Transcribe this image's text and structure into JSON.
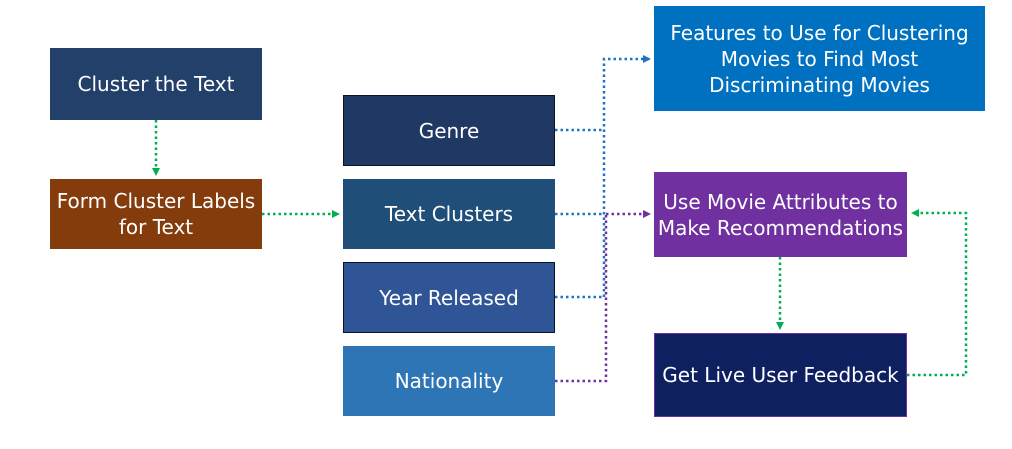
{
  "nodes": {
    "cluster_text": {
      "label": "Cluster the Text",
      "color": "#22406a"
    },
    "form_labels": {
      "label": "Form Cluster Labels\nfor Text",
      "color": "#843c0c"
    },
    "genre": {
      "label": "Genre",
      "color": "#1f3864"
    },
    "text_clusters": {
      "label": "Text Clusters",
      "color": "#1f4e79"
    },
    "year_released": {
      "label": "Year Released",
      "color": "#2f5597"
    },
    "nationality": {
      "label": "Nationality",
      "color": "#2e75b6"
    },
    "features": {
      "label": "Features to Use for Clustering\nMovies to Find Most\nDiscriminating Movies",
      "color": "#0070c0"
    },
    "use_attributes": {
      "label": "Use Movie Attributes to\nMake Recommendations",
      "color": "#7030a0"
    },
    "live_feedback": {
      "label": "Get Live User Feedback",
      "color": "#0f2060"
    }
  },
  "connector_colors": {
    "green": "#00b050",
    "blue": "#1f72c4",
    "purple": "#7030a0"
  }
}
